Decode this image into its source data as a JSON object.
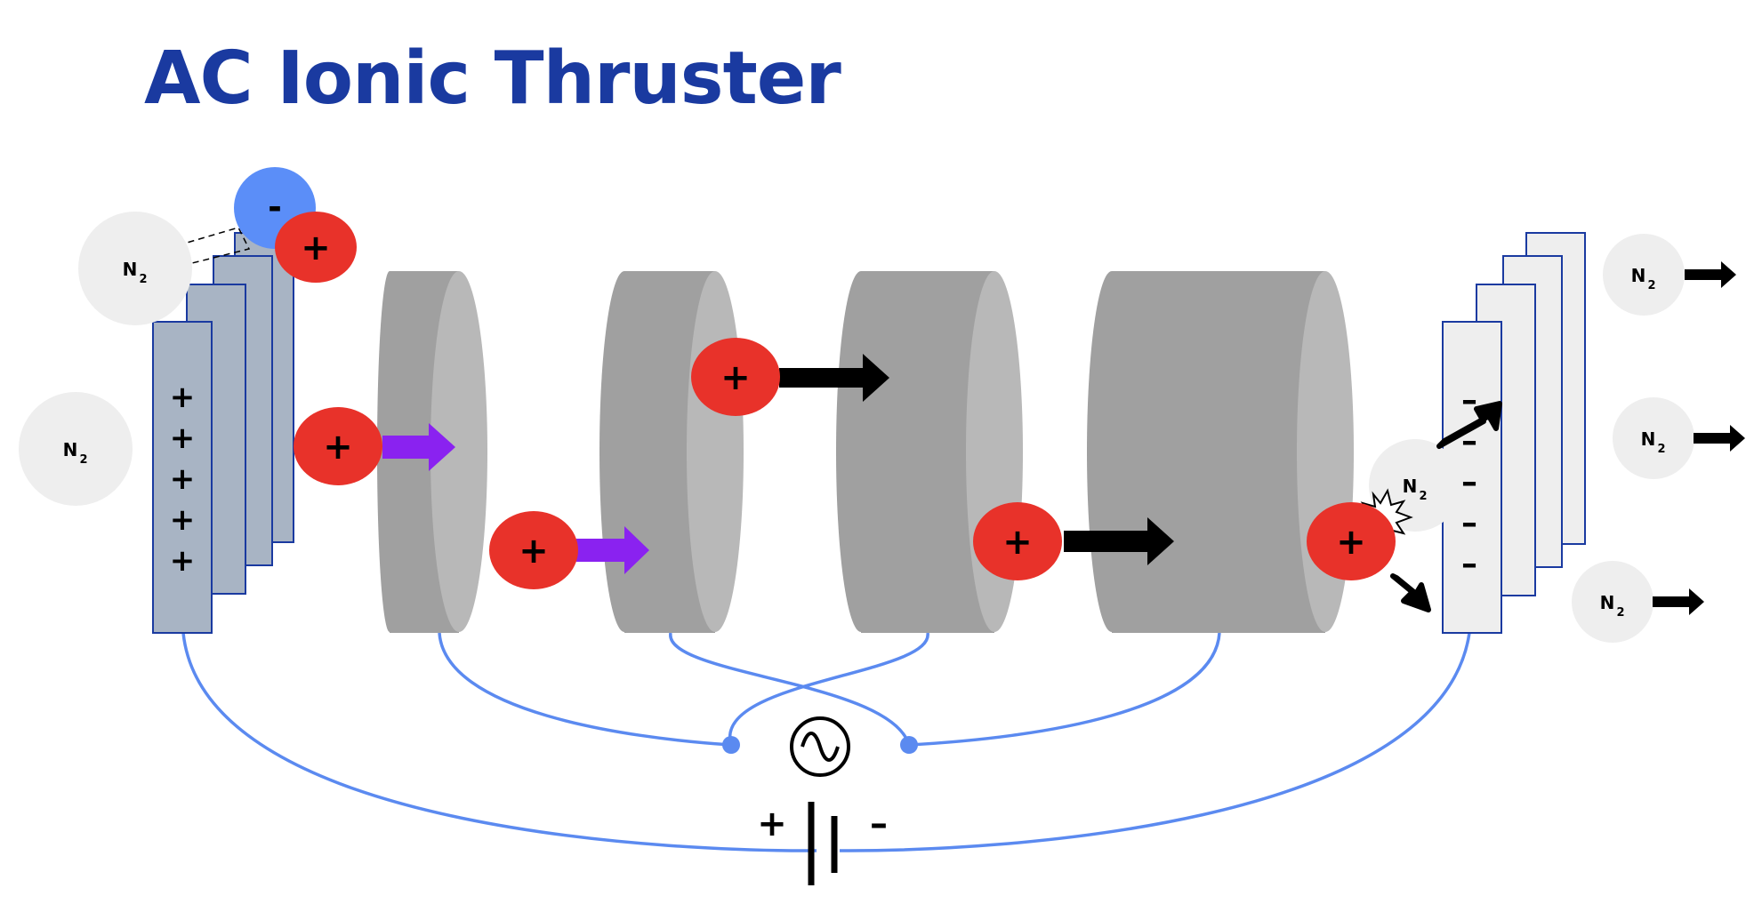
{
  "title": "AC Ionic Thruster",
  "labels": {
    "n2_main": "N",
    "n2_sub": "2",
    "plus": "+",
    "minus": "–",
    "neg_sign": "-",
    "battery_plus": "+",
    "battery_minus": "–"
  },
  "colors": {
    "title": "#1a3aa0",
    "wire": "#5b8af0",
    "ion_positive": "#e8322a",
    "ion_negative": "#5b8ef8",
    "molecule": "#eeeeee",
    "emitter_plate": "#a8b4c4",
    "collector_plate": "#eeeeee",
    "plate_border": "#1a3aa0",
    "cylinder_body": "#a0a0a0",
    "cylinder_face": "#b8b8b8",
    "arrow_violet": "#8a22f0",
    "arrow_black": "#000000"
  },
  "icons": {
    "ac_source": "ac-source-icon",
    "battery": "battery-icon",
    "collision": "collision-burst-icon"
  }
}
